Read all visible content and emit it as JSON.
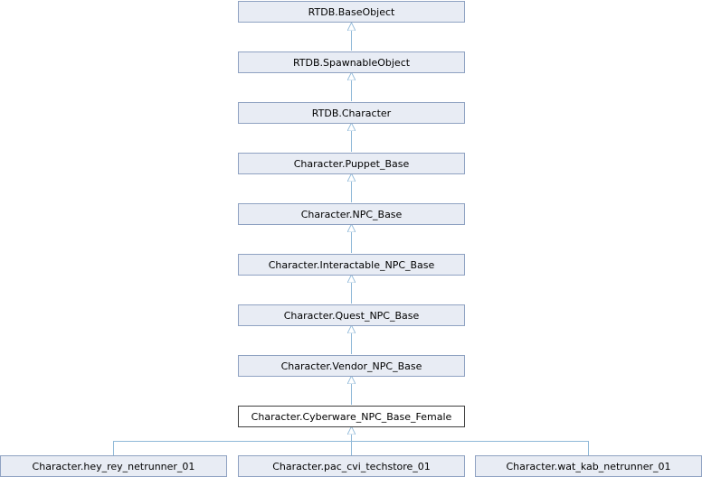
{
  "diagram": {
    "nodes": {
      "base_object": "RTDB.BaseObject",
      "spawnable_object": "RTDB.SpawnableObject",
      "character": "RTDB.Character",
      "puppet_base": "Character.Puppet_Base",
      "npc_base": "Character.NPC_Base",
      "interactable_npc_base": "Character.Interactable_NPC_Base",
      "quest_npc_base": "Character.Quest_NPC_Base",
      "vendor_npc_base": "Character.Vendor_NPC_Base",
      "cyberware_npc_base_female": "Character.Cyberware_NPC_Base_Female",
      "hey_rey_netrunner_01": "Character.hey_rey_netrunner_01",
      "pac_cvi_techstore_01": "Character.pac_cvi_techstore_01",
      "wat_kab_netrunner_01": "Character.wat_kab_netrunner_01"
    },
    "colors": {
      "node_fill": "#e8ecf4",
      "node_border": "#8fa2c2",
      "current_fill": "#ffffff",
      "current_border": "#404040",
      "edge": "#8fb8d8"
    }
  }
}
